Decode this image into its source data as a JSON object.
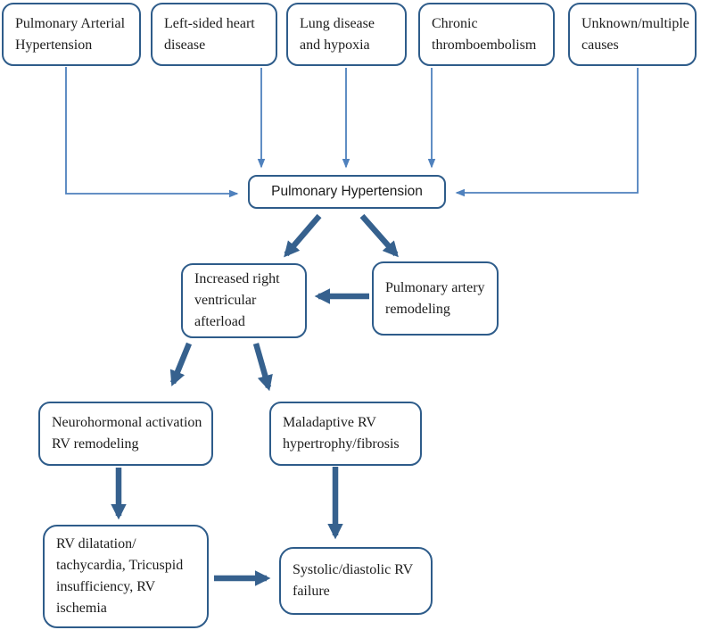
{
  "diagram": {
    "background": "#ffffff",
    "colors": {
      "box_border": "#2e5c8a",
      "thin_arrow": "#4f81bd",
      "thick_arrow": "#36618e",
      "text": "#1c1c1c"
    },
    "nodes": {
      "pah": {
        "label": "Pulmonary Arterial Hypertension",
        "lines": [
          "Pulmonary Arterial",
          "Hypertension"
        ]
      },
      "lhd": {
        "label": "Left-sided heart disease",
        "lines": [
          "Left-sided heart",
          "disease"
        ]
      },
      "ldh": {
        "label": "Lung disease and hypoxia",
        "lines": [
          "Lung disease",
          "and hypoxia"
        ]
      },
      "cte": {
        "label": "Chronic thromboembolism",
        "lines": [
          "Chronic",
          "thromboembolism"
        ]
      },
      "umc": {
        "label": "Unknown/multiple causes",
        "lines": [
          "Unknown/multiple",
          "causes"
        ]
      },
      "ph": {
        "label": "Pulmonary Hypertension",
        "lines": [
          "Pulmonary Hypertension"
        ]
      },
      "irva": {
        "label": "Increased right ventricular afterload",
        "lines": [
          "Increased right",
          "ventricular",
          "afterload"
        ]
      },
      "par": {
        "label": "Pulmonary artery remodeling",
        "lines": [
          "Pulmonary artery",
          "remodeling"
        ]
      },
      "nha": {
        "label": "Neurohormonal activation RV remodeling",
        "lines": [
          "Neurohormonal activation",
          "RV remodeling"
        ]
      },
      "mrh": {
        "label": "Maladaptive RV hypertrophy/fibrosis",
        "lines": [
          "Maladaptive RV",
          "hypertrophy/fibrosis"
        ]
      },
      "rvd": {
        "label": "RV dilatation/ tachycardia, Tricuspid insufficiency, RV ischemia",
        "lines": [
          "RV dilatation/",
          "tachycardia, Tricuspid",
          "insufficiency, RV",
          "ischemia"
        ]
      },
      "sdf": {
        "label": "Systolic/diastolic RV failure",
        "lines": [
          "Systolic/diastolic RV",
          "failure"
        ]
      }
    },
    "edges": [
      {
        "from": "Pulmonary Arterial Hypertension",
        "to": "Pulmonary Hypertension",
        "style": "thin"
      },
      {
        "from": "Left-sided heart disease",
        "to": "Pulmonary Hypertension",
        "style": "thin"
      },
      {
        "from": "Lung disease and hypoxia",
        "to": "Pulmonary Hypertension",
        "style": "thin"
      },
      {
        "from": "Chronic thromboembolism",
        "to": "Pulmonary Hypertension",
        "style": "thin"
      },
      {
        "from": "Unknown/multiple causes",
        "to": "Pulmonary Hypertension",
        "style": "thin"
      },
      {
        "from": "Pulmonary Hypertension",
        "to": "Increased right ventricular afterload",
        "style": "thick"
      },
      {
        "from": "Pulmonary Hypertension",
        "to": "Pulmonary artery remodeling",
        "style": "thick"
      },
      {
        "from": "Pulmonary artery remodeling",
        "to": "Increased right ventricular afterload",
        "style": "thick"
      },
      {
        "from": "Increased right ventricular afterload",
        "to": "Neurohormonal activation RV remodeling",
        "style": "thick"
      },
      {
        "from": "Increased right ventricular afterload",
        "to": "Maladaptive RV hypertrophy/fibrosis",
        "style": "thick"
      },
      {
        "from": "Neurohormonal activation RV remodeling",
        "to": "RV dilatation/ tachycardia, Tricuspid insufficiency, RV ischemia",
        "style": "thick"
      },
      {
        "from": "Maladaptive RV hypertrophy/fibrosis",
        "to": "Systolic/diastolic RV failure",
        "style": "thick"
      },
      {
        "from": "RV dilatation/ tachycardia, Tricuspid insufficiency, RV ischemia",
        "to": "Systolic/diastolic RV failure",
        "style": "thick"
      }
    ]
  }
}
